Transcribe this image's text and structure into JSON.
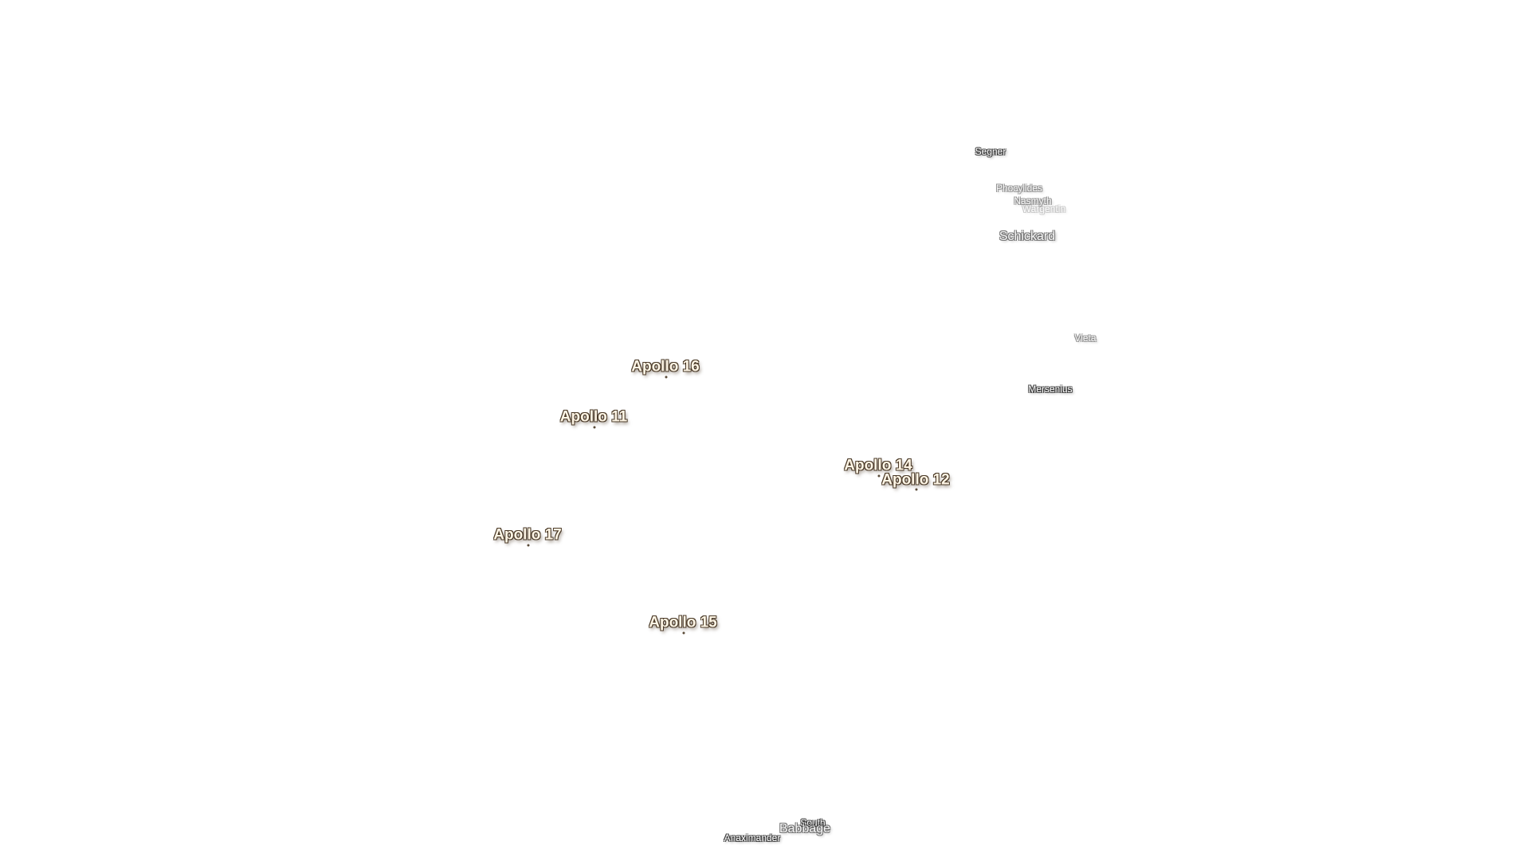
{
  "map": {
    "apollo_sites": [
      {
        "key": "apollo-16",
        "label": "Apollo 16"
      },
      {
        "key": "apollo-11",
        "label": "Apollo 11"
      },
      {
        "key": "apollo-14",
        "label": "Apollo 14"
      },
      {
        "key": "apollo-12",
        "label": "Apollo 12"
      },
      {
        "key": "apollo-17",
        "label": "Apollo 17"
      },
      {
        "key": "apollo-15",
        "label": "Apollo 15"
      }
    ],
    "craters": [
      {
        "key": "segner",
        "label": "Segner"
      },
      {
        "key": "phocylides",
        "label": "Phocylides"
      },
      {
        "key": "nasmyth",
        "label": "Nasmyth"
      },
      {
        "key": "wargentin",
        "label": "Wargentin"
      },
      {
        "key": "schickard",
        "label": "Schickard"
      },
      {
        "key": "vieta",
        "label": "Vieta"
      },
      {
        "key": "mersenius",
        "label": "Mersenius"
      },
      {
        "key": "south",
        "label": "South"
      },
      {
        "key": "babbage",
        "label": "Babbage"
      },
      {
        "key": "anaximander",
        "label": "Anaximander"
      }
    ]
  }
}
